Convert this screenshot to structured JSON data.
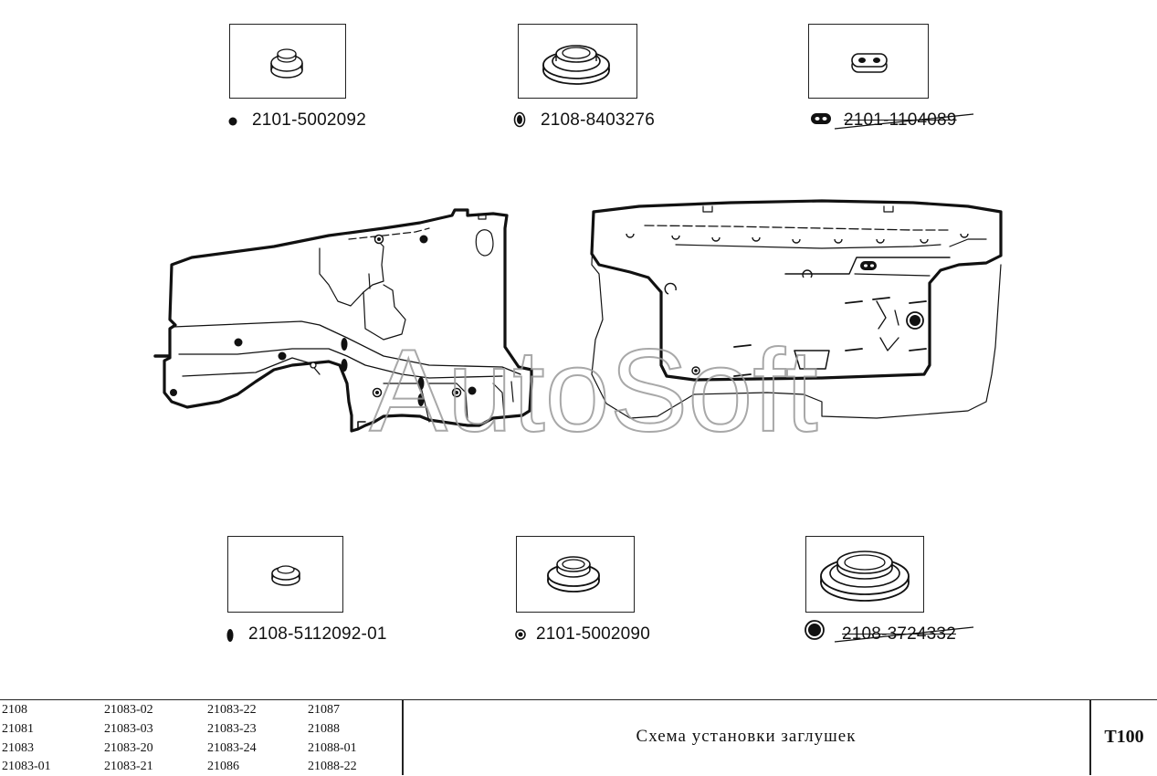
{
  "parts": [
    {
      "id": "p1",
      "code": "2101-5002092",
      "struck": false,
      "symbol": "filled-dot",
      "icon": "small-plug"
    },
    {
      "id": "p2",
      "code": "2108-8403276",
      "struck": false,
      "symbol": "oval-ring",
      "icon": "large-grommet"
    },
    {
      "id": "p3",
      "code": "2101-1104089",
      "struck": true,
      "symbol": "double-hole",
      "icon": "double-hole-plug"
    },
    {
      "id": "p4",
      "code": "2108-5112092-01",
      "struck": false,
      "symbol": "filled-oval",
      "icon": "small-plug"
    },
    {
      "id": "p5",
      "code": "2101-5002090",
      "struck": false,
      "symbol": "ring-dot",
      "icon": "medium-grommet"
    },
    {
      "id": "p6",
      "code": "2108-3724332",
      "struck": true,
      "symbol": "large-ring-dot",
      "icon": "extra-large-grommet"
    }
  ],
  "watermark": "AutoSoft",
  "title_block": {
    "models": [
      [
        "2108",
        "21081",
        "21083",
        "21083-01"
      ],
      [
        "21083-02",
        "21083-03",
        "21083-20",
        "21083-21"
      ],
      [
        "21083-22",
        "21083-23",
        "21083-24",
        "21086"
      ],
      [
        "21087",
        "21088",
        "21088-01",
        "21088-22"
      ]
    ],
    "title": "Схема установки заглушек",
    "sheet": "T100"
  },
  "colors": {
    "line": "#111111",
    "watermark": "#9a9a9a",
    "background": "#ffffff"
  }
}
